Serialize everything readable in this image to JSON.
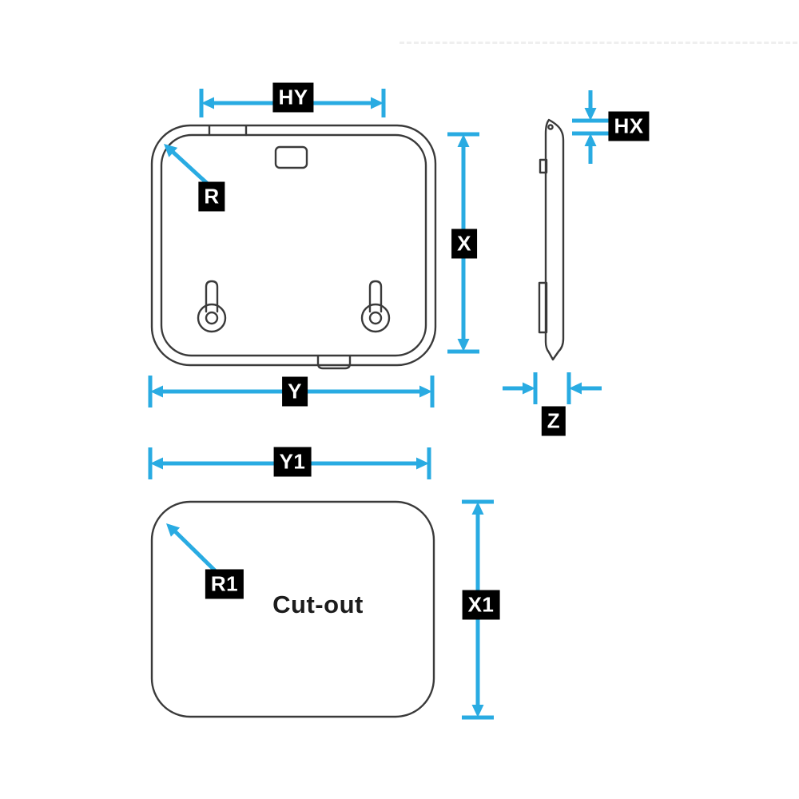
{
  "diagram": {
    "labels": {
      "hy": "HY",
      "r": "R",
      "x": "X",
      "y": "Y",
      "hx": "HX",
      "z": "Z",
      "y1": "Y1",
      "r1": "R1",
      "x1": "X1",
      "cutout": "Cut-out"
    },
    "colors": {
      "dimension": "#29ABE2",
      "label_bg": "#000000",
      "label_text": "#FFFFFF",
      "outline": "#3A3A3A"
    }
  }
}
